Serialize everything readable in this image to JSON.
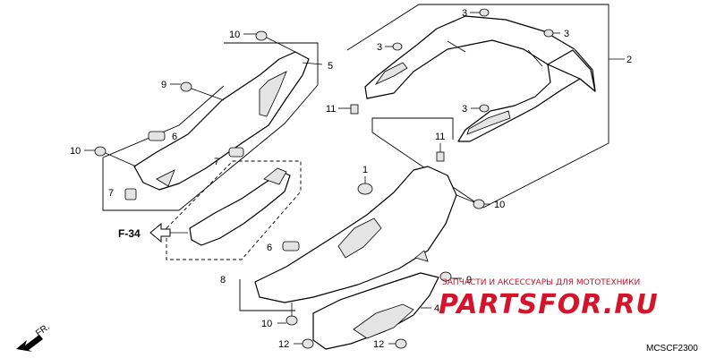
{
  "callouts": {
    "c1": "1",
    "c2": "2",
    "c3a": "3",
    "c3b": "3",
    "c3c": "3",
    "c3d": "3",
    "c4": "4",
    "c5": "5",
    "c6a": "6",
    "c6b": "6",
    "c7a": "7",
    "c7b": "7",
    "c8": "8",
    "c9a": "9",
    "c9b": "9",
    "c10a": "10",
    "c10b": "10",
    "c10c": "10",
    "c10d": "10",
    "c11a": "11",
    "c11b": "11",
    "c12a": "12",
    "c12b": "12"
  },
  "reference": "F-34",
  "direction_label": "FR.",
  "diagram_code": "MCSCF2300",
  "watermark": {
    "tagline": "ЗАПЧАСТИ И АКСЕССУАРЫ ДЛЯ МОТОТЕХНИКИ",
    "logo": "PARTSFOR.RU"
  }
}
